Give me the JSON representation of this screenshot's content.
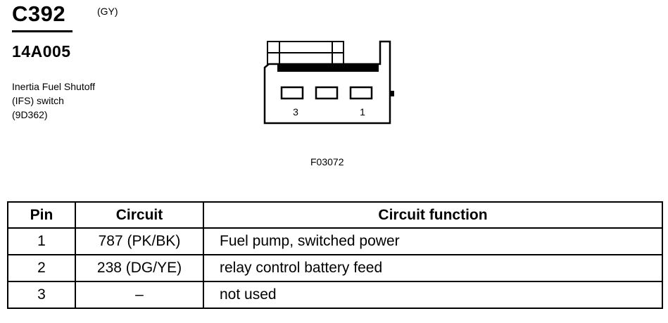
{
  "header": {
    "connector_id": "C392",
    "color_code": "(GY)",
    "part_number": "14A005",
    "description_lines": [
      "Inertia Fuel Shutoff",
      "(IFS) switch",
      "(9D362)"
    ]
  },
  "diagram": {
    "pin_labels": [
      "3",
      "1"
    ],
    "figure_code": "F03072"
  },
  "table": {
    "headers": [
      "Pin",
      "Circuit",
      "Circuit function"
    ],
    "rows": [
      {
        "pin": "1",
        "circuit": "787 (PK/BK)",
        "function": "Fuel pump, switched power"
      },
      {
        "pin": "2",
        "circuit": "238 (DG/YE)",
        "function": "relay control battery feed"
      },
      {
        "pin": "3",
        "circuit": "–",
        "function": "not used"
      }
    ]
  }
}
